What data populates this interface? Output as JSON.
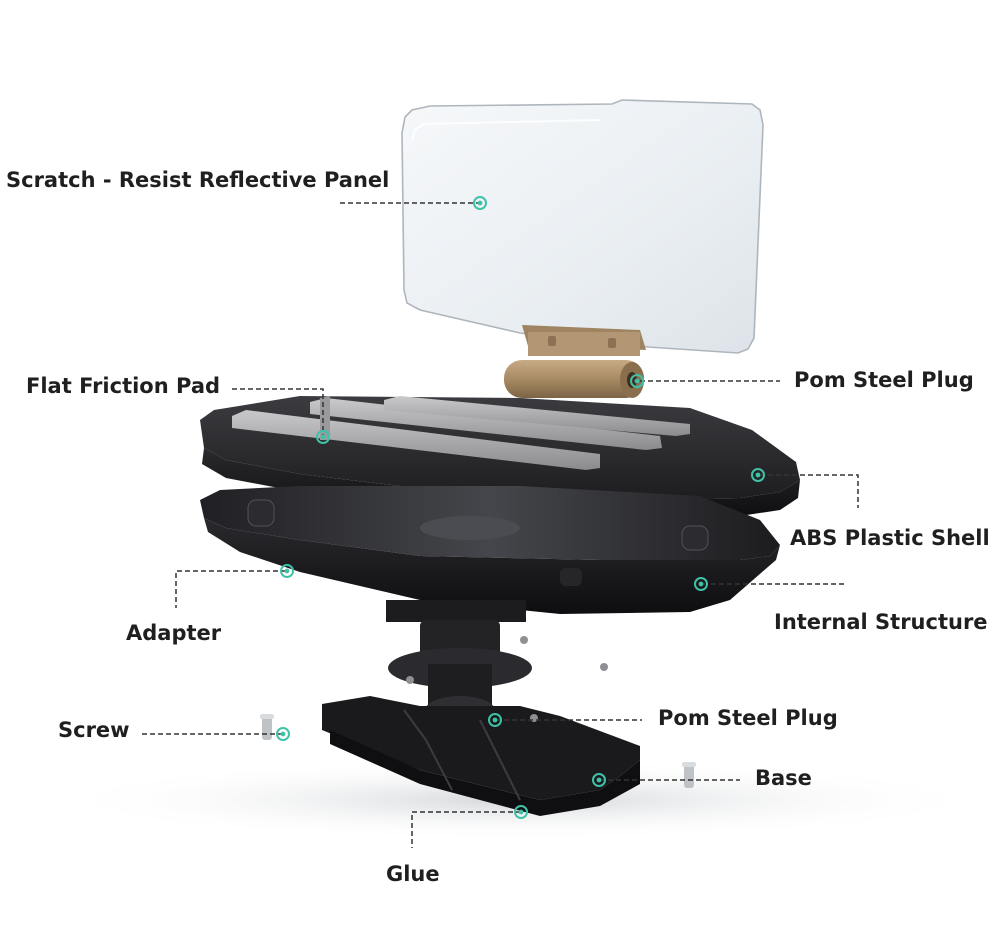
{
  "diagram": {
    "labels": {
      "panel": "Scratch - Resist Reflective Panel",
      "friction_pad": "Flat Friction Pad",
      "pom_plug_top": "Pom Steel Plug",
      "abs_shell": "ABS Plastic Shell",
      "internal_structure": "Internal Structure",
      "adapter": "Adapter",
      "screw": "Screw",
      "pom_plug_bottom": "Pom Steel Plug",
      "base": "Base",
      "glue": "Glue"
    },
    "colors": {
      "marker": "#3fc1a8",
      "leader": "#333333",
      "text": "#1f1f1f",
      "housing": "#2a2a2d",
      "plug": "#b0946e"
    }
  }
}
